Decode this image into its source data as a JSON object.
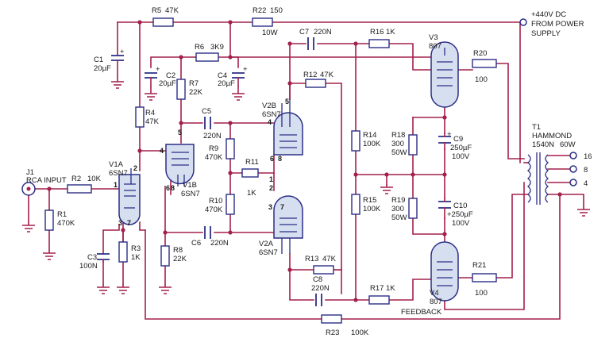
{
  "labels": {
    "r5": "R5",
    "r5v": "47K",
    "r22": "R22",
    "r22v": "150",
    "r22w": "10W",
    "supply1": "+440V DC",
    "supply2": "FROM POWER",
    "supply3": "SUPPLY",
    "c1": "C1",
    "c1v": "20µF",
    "r6": "R6",
    "r6v": "3K9",
    "c2": "C2",
    "c2v": "20µF",
    "r7": "R7",
    "r7v": "22K",
    "c4": "C4",
    "c4v": "20µF",
    "c7": "C7",
    "c7v": "220N",
    "r16": "R16",
    "r16v": "1K",
    "v3": "V3",
    "v3t": "807",
    "r20": "R20",
    "r20v": "100",
    "r12": "R12",
    "r12v": "47K",
    "r4": "R4",
    "r4v": "47K",
    "c5": "C5",
    "c5v": "220N",
    "v2b": "V2B",
    "v2bt": "6SN7",
    "r14": "R14",
    "r14v": "100K",
    "r18": "R18",
    "r18v": "300",
    "r18w": "50W",
    "c9": "C9",
    "c9v": "250µF",
    "c9w": "100V",
    "t1": "T1",
    "t1n": "HAMMOND",
    "t1m": "1540N",
    "t1p": "60W",
    "tap16": "16",
    "tap8": "8",
    "tap4": "4",
    "j1": "J1",
    "j1n": "RCA INPUT",
    "r2": "R2",
    "r2v": "10K",
    "v1a": "V1A",
    "v1at": "6SN7",
    "r9": "R9",
    "r9v": "470K",
    "r11": "R11",
    "r11v": "1K",
    "v1b": "V1B",
    "v1bt": "6SN7",
    "r1": "R1",
    "r1v": "470K",
    "r10": "R10",
    "r10v": "470K",
    "r15": "R15",
    "r15v": "100K",
    "r19": "R19",
    "r19v": "300",
    "r19w": "50W",
    "c10": "C10",
    "c10v": "+250µF",
    "c10w": "100V",
    "c6": "C6",
    "c6v": "220N",
    "v2a": "V2A",
    "v2at": "6SN7",
    "c3": "C3",
    "c3v": "100N",
    "r3": "R3",
    "r3v": "1K",
    "r8": "R8",
    "r8v": "22K",
    "r13": "R13",
    "r13v": "47K",
    "r21": "R21",
    "r21v": "100",
    "c8": "C8",
    "c8v": "220N",
    "r17": "R17",
    "r17v": "1K",
    "v4": "V4",
    "v4t": "807",
    "feedback": "FEEDBACK",
    "r23": "R23",
    "r23v": "100K"
  },
  "pins": {
    "p1a": "1",
    "p2a": "2",
    "p3a": "3",
    "p4b": "4",
    "p5b": "5",
    "p6b": "6",
    "p4c": "4",
    "p5c": "5",
    "p6c": "6",
    "p1d": "1",
    "p2d": "2",
    "p3d": "3",
    "p7e": "7",
    "p8e": "8",
    "p7f": "7",
    "p8f": "8"
  },
  "colors": {
    "wire": "#a3204a",
    "component": "#2b2e86",
    "tube_fill": "#d6dff0"
  }
}
